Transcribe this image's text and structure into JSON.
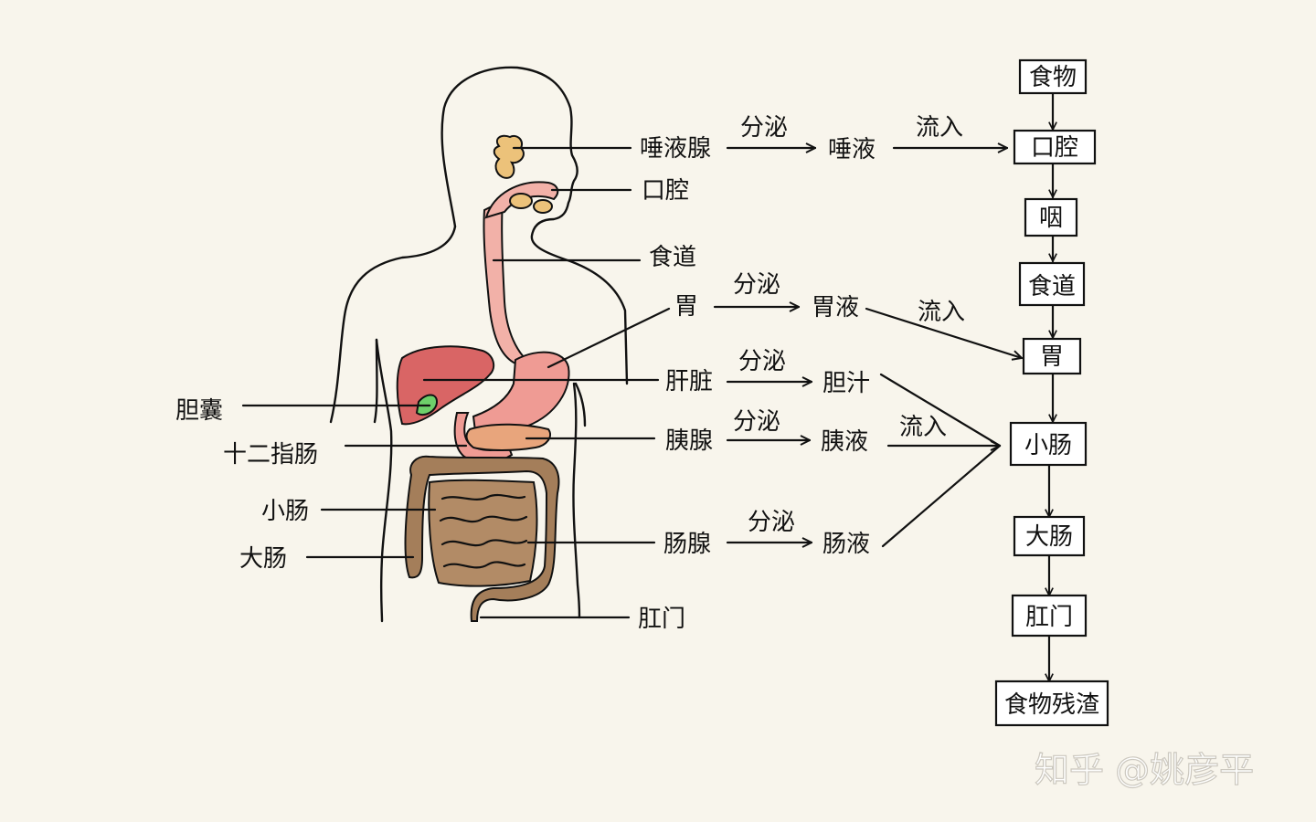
{
  "colors": {
    "background": "#f8f5ec",
    "liver": "#d96565",
    "stomach": "#ef9b94",
    "esophagus": "#f2b1a8",
    "gland": "#ecc27a",
    "pancreas": "#e8a57c",
    "gallbladder": "#6ed06a",
    "intestine": "#a47e5a",
    "outline": "#111111"
  },
  "organ_labels": {
    "salivary_gland": "唾液腺",
    "oral_cavity": "口腔",
    "esophagus": "食道",
    "stomach": "胃",
    "liver": "肝脏",
    "gallbladder": "胆囊",
    "duodenum": "十二指肠",
    "pancreas": "胰腺",
    "small_intestine": "小肠",
    "large_intestine": "大肠",
    "intestinal_gland": "肠腺",
    "anus": "肛门"
  },
  "secretion": {
    "secrete": "分泌",
    "flow_in": "流入",
    "saliva": "唾液",
    "gastric_juice": "胃液",
    "bile": "胆汁",
    "pancreatic_juice": "胰液",
    "intestinal_juice": "肠液"
  },
  "pathway": [
    "食物",
    "口腔",
    "咽",
    "食道",
    "胃",
    "小肠",
    "大肠",
    "肛门",
    "食物残渣"
  ],
  "watermark": "知乎 @姚彦平"
}
